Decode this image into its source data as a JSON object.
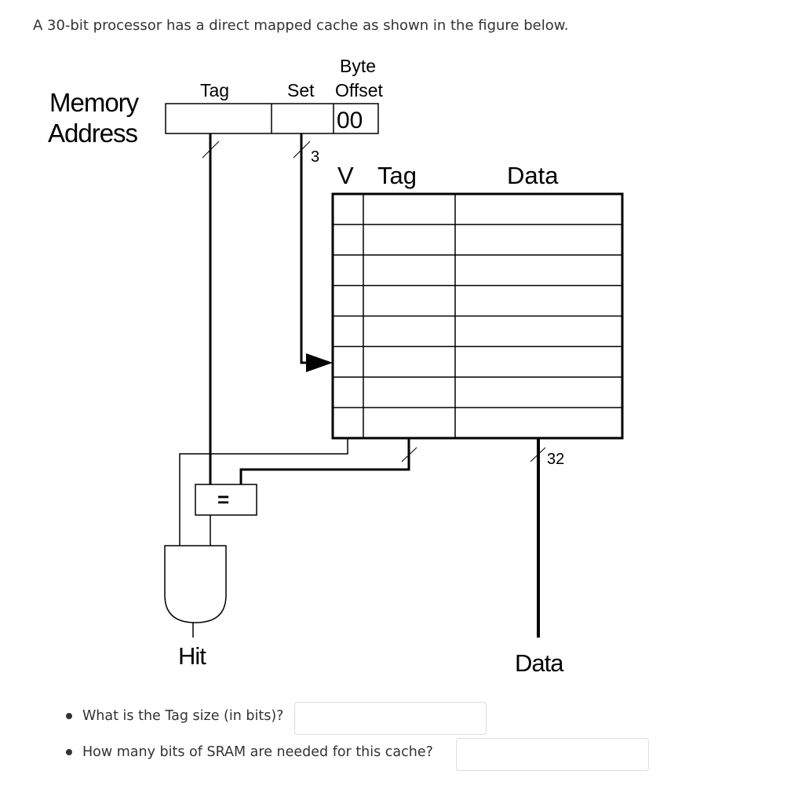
{
  "question_intro": "A 30-bit processor has a direct mapped cache as shown in the figure below.",
  "diagram": {
    "memory_address_label_line1": "Memory",
    "memory_address_label_line2": "Address",
    "field_tag": "Tag",
    "field_set": "Set",
    "field_byte_offset_line1": "Byte",
    "field_byte_offset_line2": "Offset",
    "byte_offset_value": "00",
    "set_bus_width": "3",
    "cache_col_v": "V",
    "cache_col_tag": "Tag",
    "cache_col_data": "Data",
    "cache_rows": 8,
    "data_bus_width": "32",
    "comparator_symbol": "=",
    "hit_label": "Hit",
    "data_out_label": "Data"
  },
  "questions": [
    {
      "text": "What is the Tag size (in bits)?",
      "answer": ""
    },
    {
      "text": "How many bits of SRAM are needed for this cache?",
      "answer": ""
    }
  ]
}
